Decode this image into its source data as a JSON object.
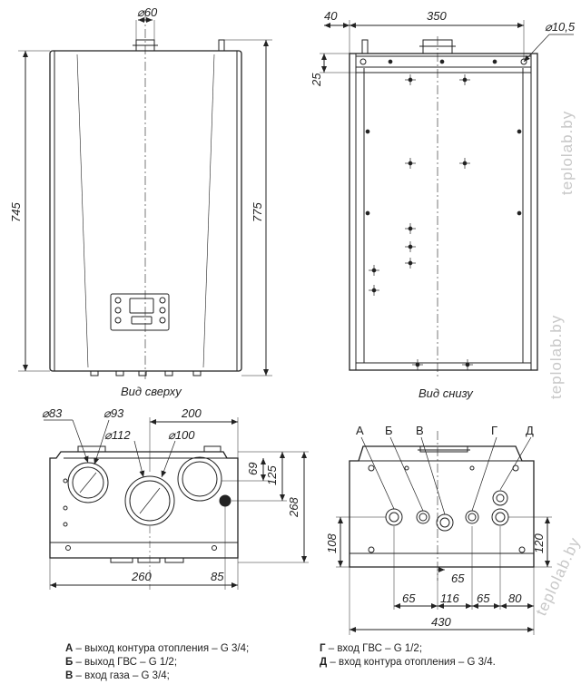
{
  "views": {
    "front": {
      "caption": "Вид сверху",
      "dims": {
        "width": "⌀60",
        "height_left": "745",
        "height_right": "775"
      }
    },
    "back": {
      "caption": "Вид снизу",
      "dims": {
        "left_offset": "40",
        "span": "350",
        "hole": "⌀10,5",
        "top_offset": "25"
      }
    },
    "bottom_left": {
      "dims": {
        "d83": "⌀83",
        "d93": "⌀93",
        "d112": "⌀112",
        "d100": "⌀100",
        "w200": "200",
        "h69": "69",
        "h125": "125",
        "h268": "268",
        "w260": "260",
        "w85": "85"
      }
    },
    "bottom_right": {
      "ports": [
        "А",
        "Б",
        "В",
        "Г",
        "Д"
      ],
      "dims": {
        "h108": "108",
        "h120": "120",
        "d65_center": "65",
        "d65_left": "65",
        "d116": "116",
        "d65_right": "65",
        "d80": "80",
        "w430": "430"
      }
    }
  },
  "legend": {
    "left": [
      {
        "key": "А",
        "text": " – выход контура отопления – G 3/4;"
      },
      {
        "key": "Б",
        "text": " – выход ГВС – G 1/2;"
      },
      {
        "key": "В",
        "text": " – вход газа – G 3/4;"
      }
    ],
    "right": [
      {
        "key": "Г",
        "text": " – вход ГВС – G 1/2;"
      },
      {
        "key": "Д",
        "text": " – вход контура отопления – G 3/4."
      }
    ]
  },
  "watermark": "teplolab.by"
}
